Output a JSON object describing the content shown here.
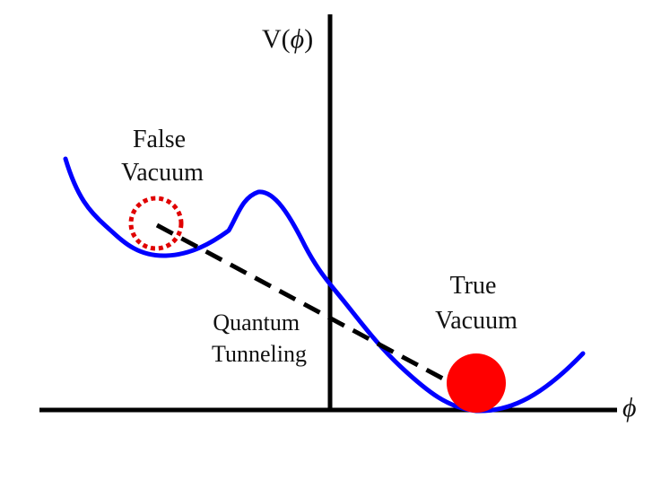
{
  "labels": {
    "y_axis": {
      "prefix": "V(",
      "symbol": "ϕ",
      "suffix": ")"
    },
    "x_axis": {
      "symbol": "ϕ"
    },
    "false_vacuum": {
      "line1": "False",
      "line2": "Vacuum"
    },
    "true_vacuum": {
      "line1": "True",
      "line2": "Vacuum"
    },
    "quantum_tunneling": {
      "line1": "Quantum",
      "line2": "Tunneling"
    }
  },
  "colors": {
    "axis": "#000000",
    "curve": "#0000ff",
    "tunnel_path": "#000000",
    "false_vacuum_marker": "#e00000",
    "true_vacuum_ball": "#ff0000"
  }
}
